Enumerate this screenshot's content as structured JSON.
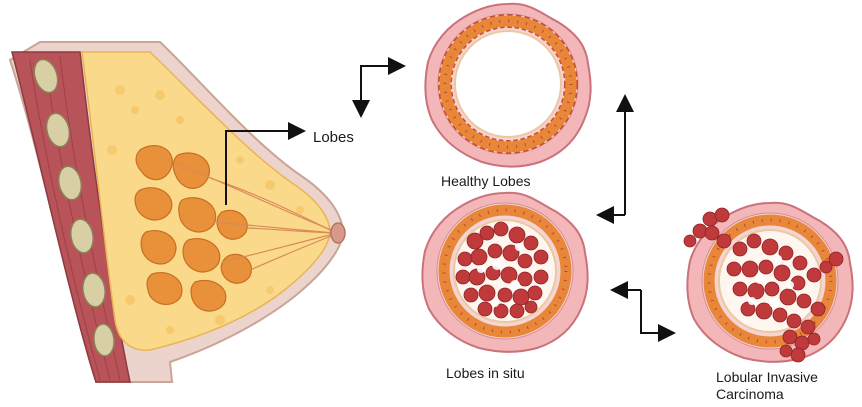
{
  "labels": {
    "lobes": "Lobes",
    "healthy": "Healthy Lobes",
    "in_situ": "Lobes in situ",
    "invasive_line1": "Lobular Invasive",
    "invasive_line2": "Carcinoma"
  },
  "colors": {
    "skin": "#e9c9c0",
    "muscle": "#b8535a",
    "rib": "#d8cfa8",
    "fat": "#fbd98a",
    "lobule": "#e8913a",
    "wall_outer": "#f2a6aa",
    "wall_ring": "#e07a3a",
    "cancer_cells": "#c0393b",
    "arrow": "#111111"
  },
  "icons": {
    "breast": "breast-cross-section-icon",
    "arrow": "arrow-icon"
  }
}
